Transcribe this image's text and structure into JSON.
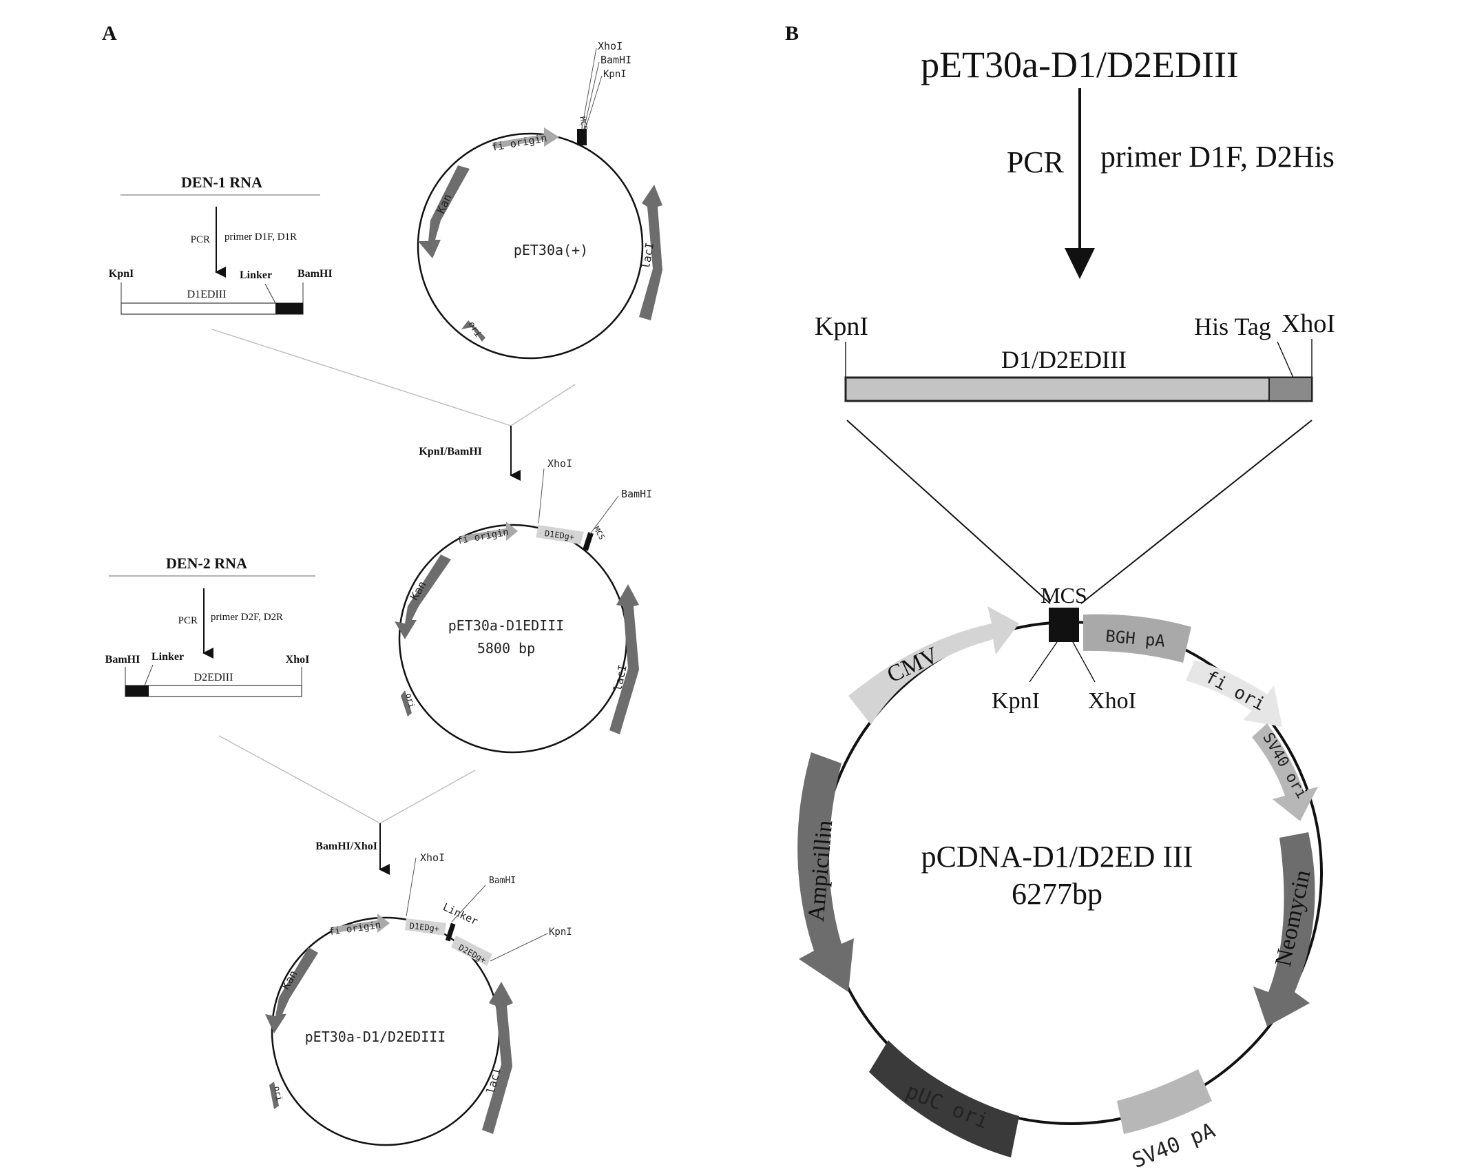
{
  "panel_a": {
    "label": "A",
    "den1": {
      "title": "DEN-1 RNA",
      "pcr": "PCR",
      "primer": "primer D1F, D1R",
      "left_site": "KpnI",
      "linker": "Linker",
      "right_site": "BamHI",
      "insert": "D1EDIII"
    },
    "plasmid1": {
      "name": "pET30a(+)",
      "features": [
        "fi origin",
        "Kan",
        "ori",
        "lacI"
      ],
      "mcs": "MCS",
      "sites": [
        "XhoI",
        "BamHI",
        "KpnI"
      ]
    },
    "digest1": "KpnI/BamHI",
    "plasmid2": {
      "name": "pET30a-D1EDIII",
      "size": "5800 bp",
      "features": [
        "fi origin",
        "Kan",
        "ori",
        "lacI"
      ],
      "insert_label": "D1EDg+",
      "mcs": "MCS",
      "sites": [
        "XhoI",
        "BamHI"
      ]
    },
    "den2": {
      "title": "DEN-2 RNA",
      "pcr": "PCR",
      "primer": "primer D2F, D2R",
      "left_site": "BamHI",
      "linker": "Linker",
      "right_site": "XhoI",
      "insert": "D2EDIII"
    },
    "digest2": "BamHI/XhoI",
    "plasmid3": {
      "name": "pET30a-D1/D2EDIII",
      "features": [
        "fi origin",
        "Kan",
        "ori",
        "lacI"
      ],
      "insert_labels": [
        "D1EDg+",
        "D2EDg+"
      ],
      "linker": "Linker",
      "sites": [
        "XhoI",
        "BamHI",
        "KpnI"
      ]
    }
  },
  "panel_b": {
    "label": "B",
    "template": "pET30a-D1/D2EDIII",
    "pcr": "PCR",
    "primer": "primer D1F, D2His",
    "left_site": "KpnI",
    "his_tag": "His Tag",
    "right_site": "XhoI",
    "insert": "D1/D2EDIII",
    "plasmid": {
      "name": "pCDNA-D1/D2ED III",
      "size": "6277bp",
      "mcs": "MCS",
      "mcs_sites": [
        "KpnI",
        "XhoI"
      ],
      "features": [
        "CMV",
        "BGH pA",
        "fi ori",
        "SV40 ori",
        "Neomycin",
        "SV40 pA",
        "pUC ori",
        "Ampicillin"
      ]
    }
  },
  "colors": {
    "dark_feature": "#6d6d6d",
    "mid_feature": "#a9a9a9",
    "light_feature": "#d4d4d4",
    "very_dark_feature": "#3a3a3a",
    "insert_bar_fill": "#c4c4c4",
    "his_tag_fill": "#8a8a8a"
  }
}
